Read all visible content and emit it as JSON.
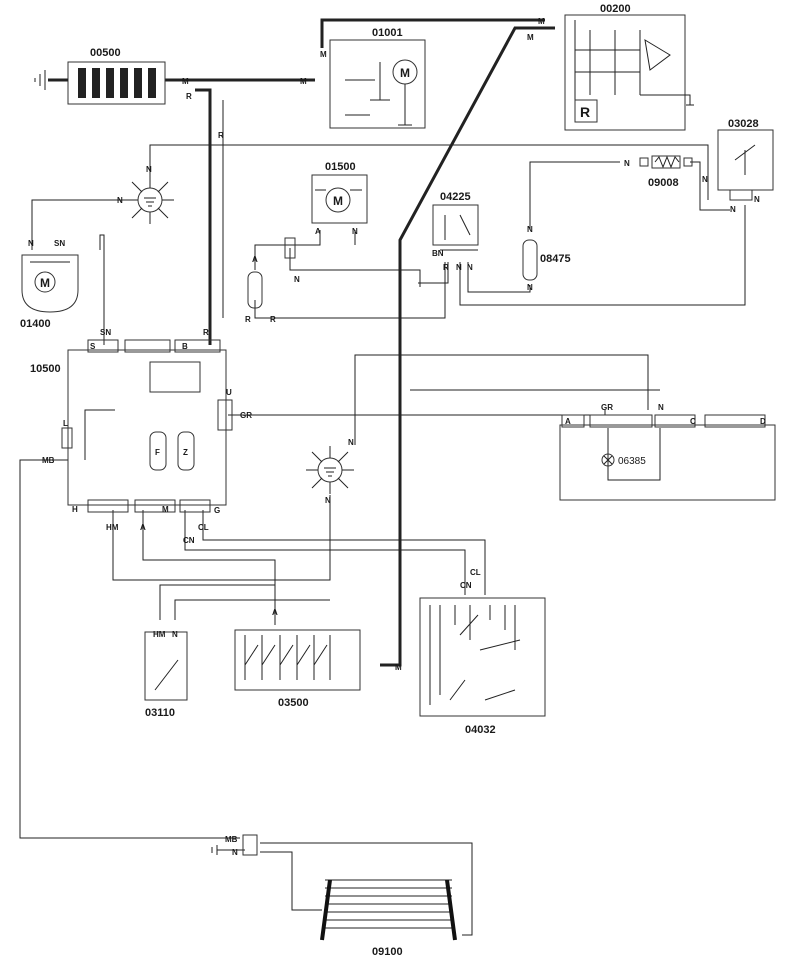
{
  "components": {
    "c00500": "00500",
    "c01001": "01001",
    "c00200": "00200",
    "c03028": "03028",
    "c09008": "09008",
    "c01500": "01500",
    "c04225": "04225",
    "c08475": "08475",
    "c01400": "01400",
    "c10500": "10500",
    "c06385": "06385",
    "c03110": "03110",
    "c03500": "03500",
    "c04032": "04032",
    "c09100": "09100"
  },
  "symbols": {
    "motor": "M",
    "regulator": "R"
  },
  "wire_colors": {
    "m": "M",
    "r": "R",
    "n": "N",
    "a": "A",
    "sn": "SN",
    "gr": "GR",
    "mb": "MB",
    "hm": "HM",
    "cn": "CN",
    "cl": "CL",
    "bn": "BN"
  },
  "connector_letters": {
    "s": "S",
    "b": "B",
    "u": "U",
    "l": "L",
    "h": "H",
    "m": "M",
    "g": "G",
    "a": "A",
    "c": "C",
    "d": "D"
  },
  "fuse_labels": {
    "f": "F",
    "z": "Z"
  }
}
